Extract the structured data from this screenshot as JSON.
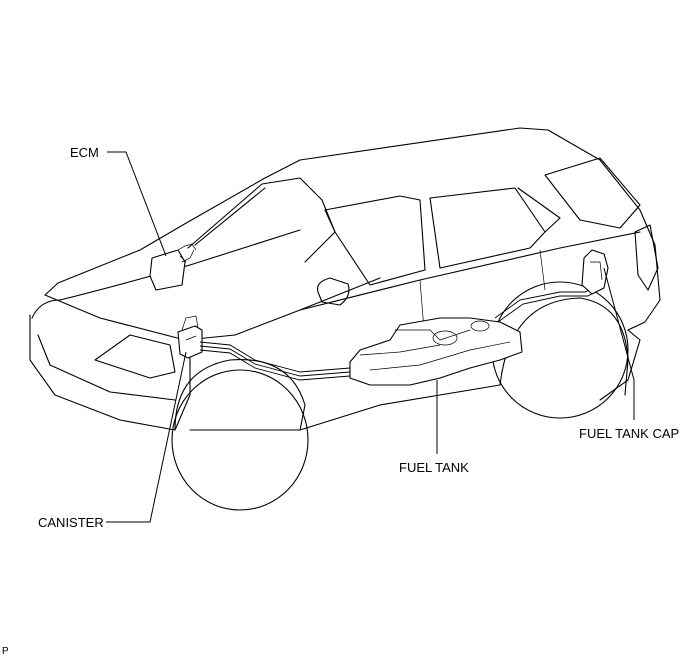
{
  "labels": {
    "ecm": "ECM",
    "canister": "CANISTER",
    "fuel_tank": "FUEL TANK",
    "fuel_tank_cap": "FUEL TANK CAP",
    "code": "P"
  }
}
